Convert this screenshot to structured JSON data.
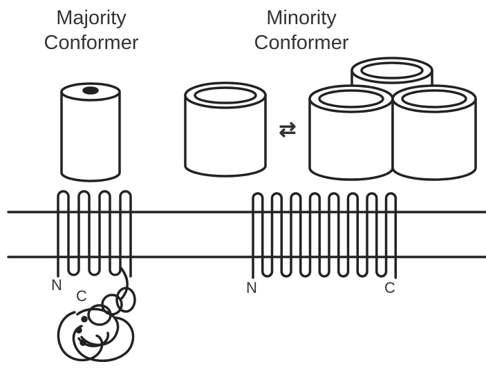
{
  "majority": {
    "title_line1": "Majority",
    "title_line2": "Conformer",
    "n_label": "N",
    "c_label": "C"
  },
  "minority": {
    "title_line1": "Minority",
    "title_line2": "Conformer",
    "n_label": "N",
    "c_label": "C"
  },
  "equilibrium_symbol": "⇄"
}
